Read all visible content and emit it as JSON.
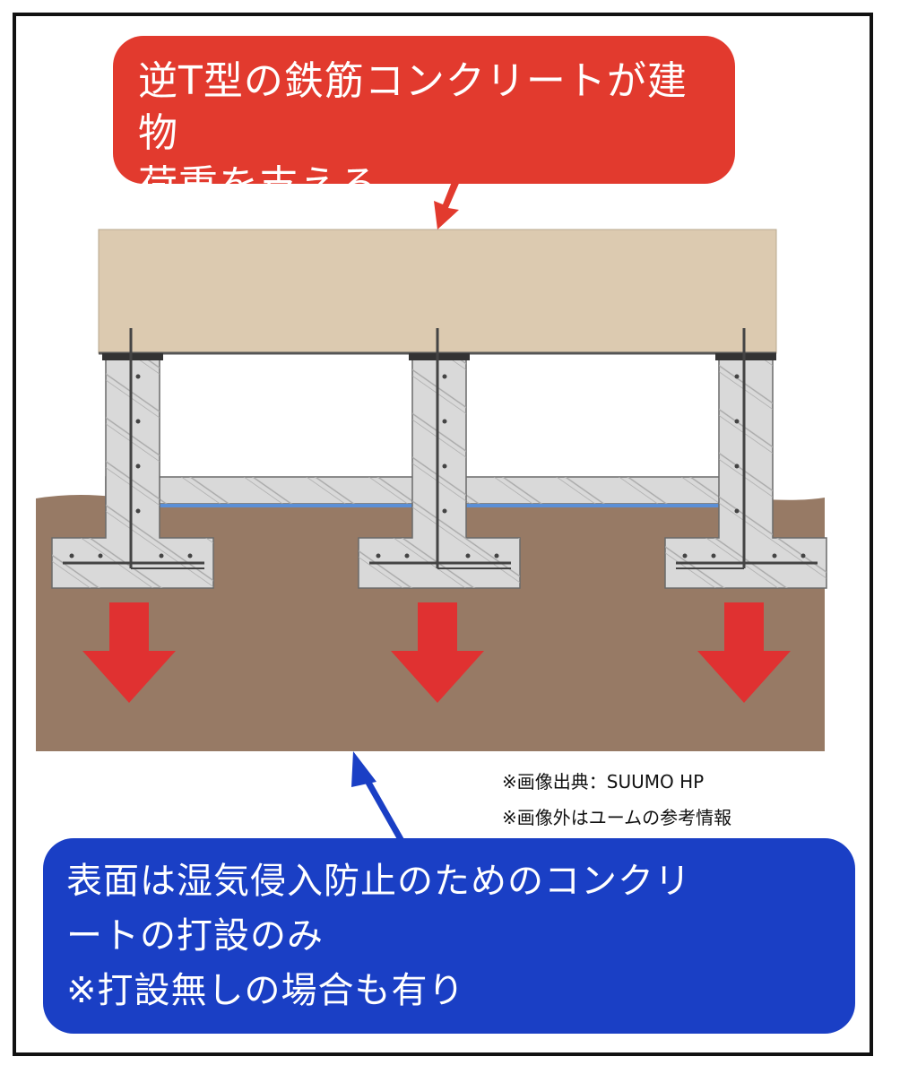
{
  "top_callout": {
    "lines": [
      "逆T型の鉄筋コンクリートが建物",
      "荷重を支える"
    ],
    "color": "#e23a2e"
  },
  "bottom_callout": {
    "lines": [
      "表面は湿気侵入防止のためのコンクリ",
      "ートの打設のみ",
      "※打設無しの場合も有り"
    ],
    "color": "#1a3fc5"
  },
  "credits": {
    "source": "※画像出典：SUUMO HP",
    "note": "※画像外はユームの参考情報"
  },
  "colors": {
    "building": "#dccab0",
    "soil": "#977a65",
    "concrete": "#d9d9d9",
    "moisture_barrier": "#5b8fd6",
    "load_arrow": "#e03131"
  },
  "icons": [
    "down-arrow-icon",
    "pointer-arrow-icon"
  ]
}
